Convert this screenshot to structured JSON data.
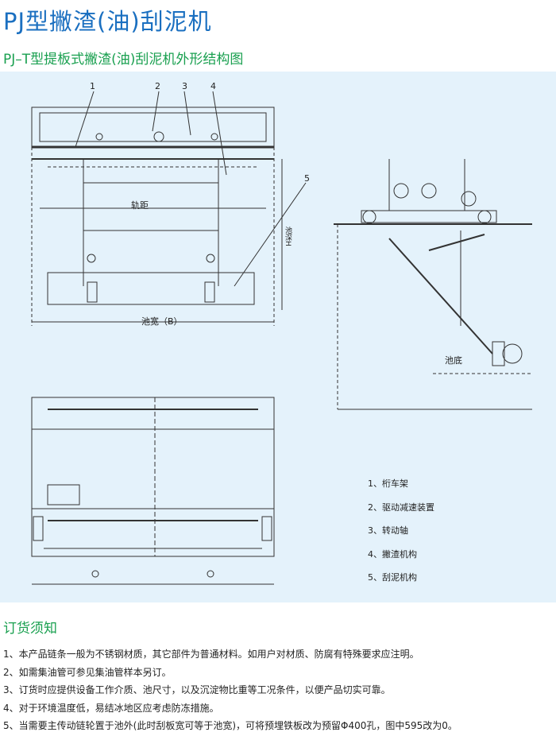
{
  "title": "PJ型撇渣(油)刮泥机",
  "subtitle": "PJ–T型提板式撇渣(油)刮泥机外形结构图",
  "diagram": {
    "callouts": [
      "1",
      "2",
      "3",
      "4",
      "5"
    ],
    "track_label": "轨距",
    "width_label": "池宽（B）",
    "depth_label": "池深H",
    "bottom_label": "池底",
    "legend": [
      "1、桁车架",
      "2、驱动减速装置",
      "3、转动轴",
      "4、撇渣机构",
      "5、刮泥机构"
    ]
  },
  "notes": {
    "heading": "订货须知",
    "items": [
      "1、本产品链条一般为不锈钢材质，其它部件为普通材料。如用户对材质、防腐有特殊要求应注明。",
      "2、如需集油管可参见集油管样本另订。",
      "3、订货时应提供设备工作介质、池尺寸，以及沉淀物比重等工况条件，以便产品切实可靠。",
      "4、对于环境温度低，易结冰地区应考虑防冻措施。",
      "5、当需要主传动链轮置于池外(此时刮板宽可等于池宽)，可将预埋铁板改为预留Φ400孔，图中595改为0。"
    ]
  }
}
